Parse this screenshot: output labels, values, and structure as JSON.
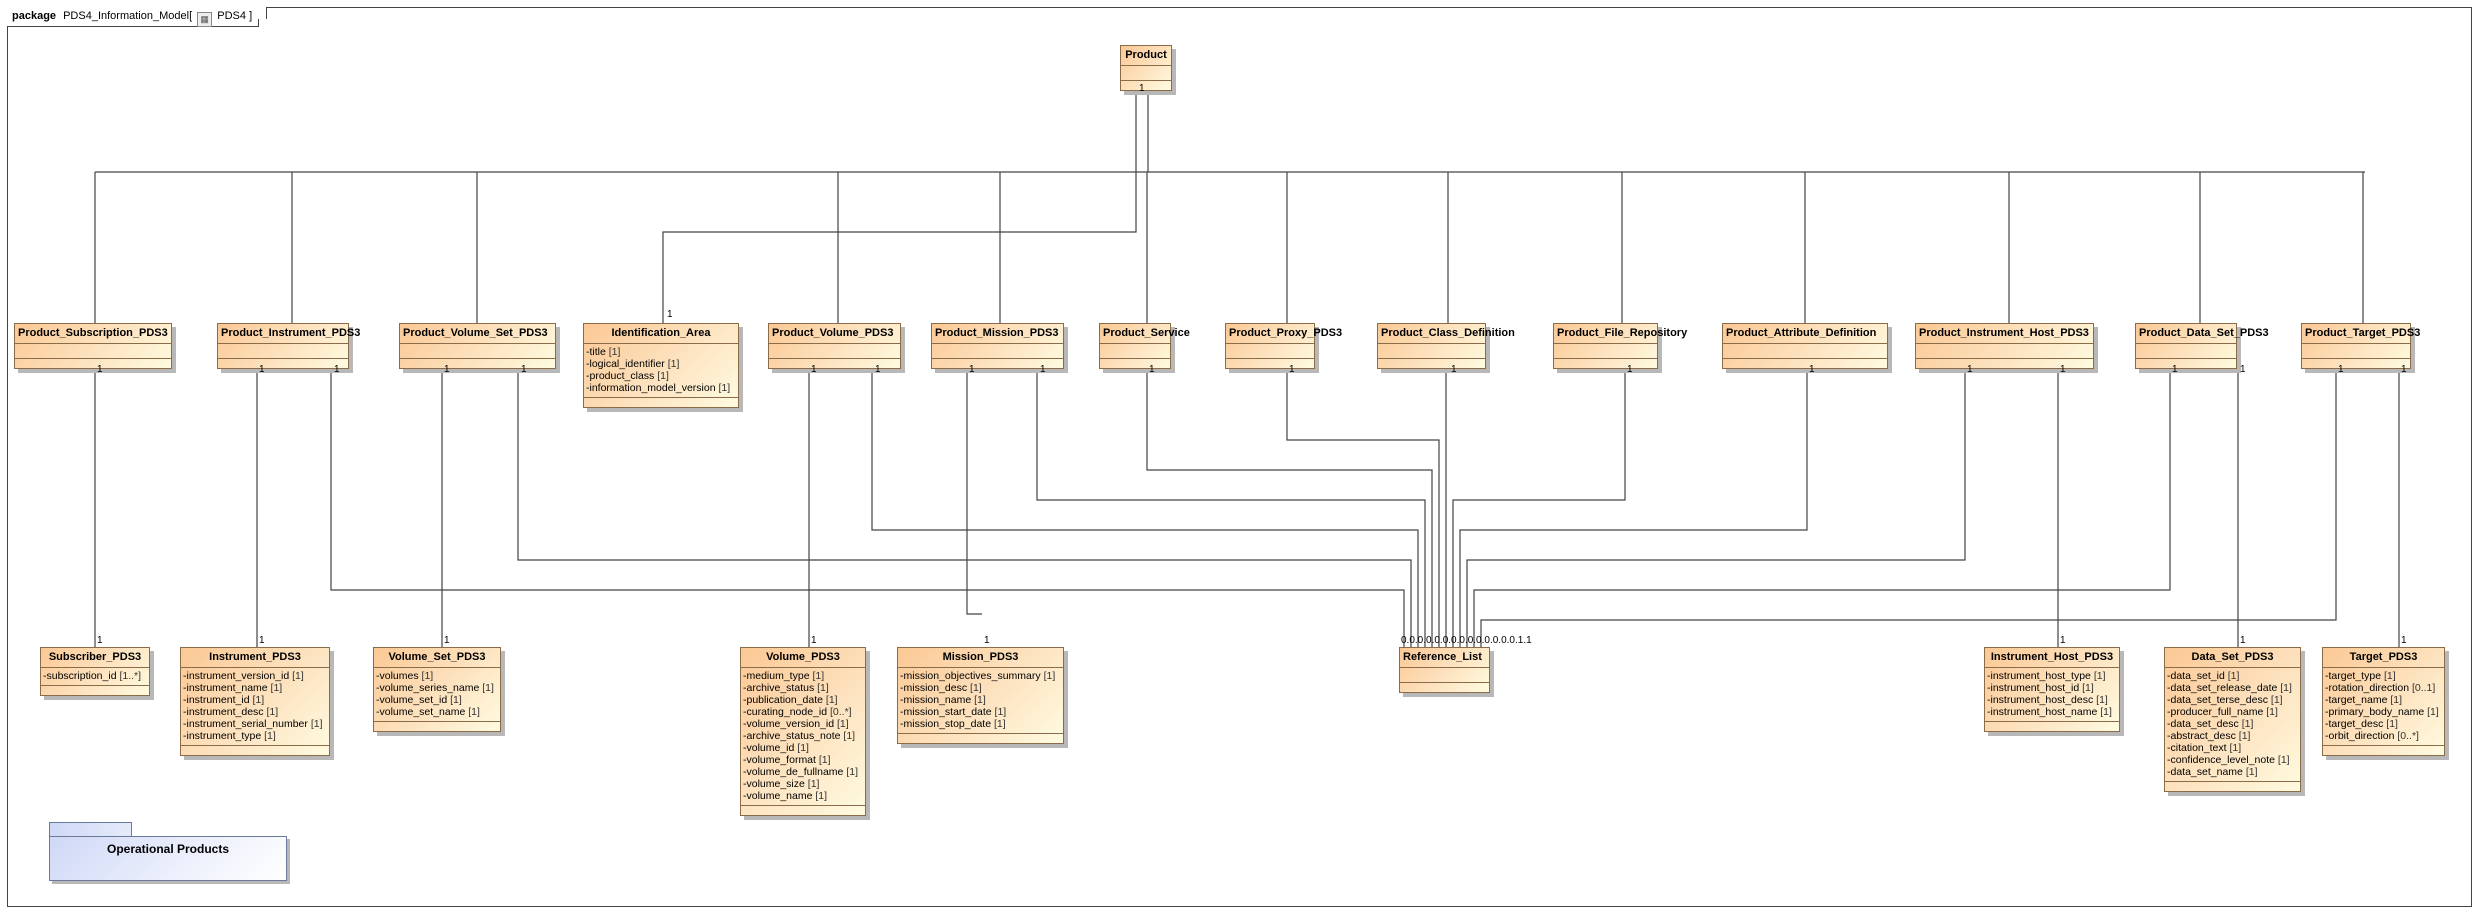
{
  "frame": {
    "keyword": "package",
    "name": "PDS4_Information_Model",
    "diagram_icon": "class-diagram-icon",
    "diagram_name": "PDS4"
  },
  "classes": {
    "product": {
      "name": "Product",
      "attrs": []
    },
    "product_subscription": {
      "name": "Product_Subscription_PDS3",
      "attrs": []
    },
    "product_instrument": {
      "name": "Product_Instrument_PDS3",
      "attrs": []
    },
    "product_volume_set": {
      "name": "Product_Volume_Set_PDS3",
      "attrs": []
    },
    "identification_area": {
      "name": "Identification_Area",
      "attrs": [
        {
          "n": "-title",
          "m": "[1]"
        },
        {
          "n": "-logical_identifier",
          "m": "[1]"
        },
        {
          "n": "-product_class",
          "m": "[1]"
        },
        {
          "n": "-information_model_version",
          "m": "[1]"
        }
      ]
    },
    "product_volume": {
      "name": "Product_Volume_PDS3",
      "attrs": []
    },
    "product_mission": {
      "name": "Product_Mission_PDS3",
      "attrs": []
    },
    "product_service": {
      "name": "Product_Service",
      "attrs": []
    },
    "product_proxy": {
      "name": "Product_Proxy_PDS3",
      "attrs": []
    },
    "product_class_definition": {
      "name": "Product_Class_Definition",
      "attrs": []
    },
    "product_file_repository": {
      "name": "Product_File_Repository",
      "attrs": []
    },
    "product_attribute_definition": {
      "name": "Product_Attribute_Definition",
      "attrs": []
    },
    "product_instrument_host": {
      "name": "Product_Instrument_Host_PDS3",
      "attrs": []
    },
    "product_data_set": {
      "name": "Product_Data_Set_PDS3",
      "attrs": []
    },
    "product_target": {
      "name": "Product_Target_PDS3",
      "attrs": []
    },
    "subscriber": {
      "name": "Subscriber_PDS3",
      "attrs": [
        {
          "n": "-subscription_id",
          "m": "[1..*]"
        }
      ]
    },
    "instrument": {
      "name": "Instrument_PDS3",
      "attrs": [
        {
          "n": "-instrument_version_id",
          "m": "[1]"
        },
        {
          "n": "-instrument_name",
          "m": "[1]"
        },
        {
          "n": "-instrument_id",
          "m": "[1]"
        },
        {
          "n": "-instrument_desc",
          "m": "[1]"
        },
        {
          "n": "-instrument_serial_number",
          "m": "[1]"
        },
        {
          "n": "-instrument_type",
          "m": "[1]"
        }
      ]
    },
    "volume_set": {
      "name": "Volume_Set_PDS3",
      "attrs": [
        {
          "n": "-volumes",
          "m": "[1]"
        },
        {
          "n": "-volume_series_name",
          "m": "[1]"
        },
        {
          "n": "-volume_set_id",
          "m": "[1]"
        },
        {
          "n": "-volume_set_name",
          "m": "[1]"
        }
      ]
    },
    "volume": {
      "name": "Volume_PDS3",
      "attrs": [
        {
          "n": "-medium_type",
          "m": "[1]"
        },
        {
          "n": "-archive_status",
          "m": "[1]"
        },
        {
          "n": "-publication_date",
          "m": "[1]"
        },
        {
          "n": "-curating_node_id",
          "m": "[0..*]"
        },
        {
          "n": "-volume_version_id",
          "m": "[1]"
        },
        {
          "n": "-archive_status_note",
          "m": "[1]"
        },
        {
          "n": "-volume_id",
          "m": "[1]"
        },
        {
          "n": "-volume_format",
          "m": "[1]"
        },
        {
          "n": "-volume_de_fullname",
          "m": "[1]"
        },
        {
          "n": "-volume_size",
          "m": "[1]"
        },
        {
          "n": "-volume_name",
          "m": "[1]"
        }
      ]
    },
    "mission": {
      "name": "Mission_PDS3",
      "attrs": [
        {
          "n": "-mission_objectives_summary",
          "m": "[1]"
        },
        {
          "n": "-mission_desc",
          "m": "[1]"
        },
        {
          "n": "-mission_name",
          "m": "[1]"
        },
        {
          "n": "-mission_start_date",
          "m": "[1]"
        },
        {
          "n": "-mission_stop_date",
          "m": "[1]"
        }
      ]
    },
    "reference_list": {
      "name": "Reference_List",
      "attrs": []
    },
    "instrument_host": {
      "name": "Instrument_Host_PDS3",
      "attrs": [
        {
          "n": "-instrument_host_type",
          "m": "[1]"
        },
        {
          "n": "-instrument_host_id",
          "m": "[1]"
        },
        {
          "n": "-instrument_host_desc",
          "m": "[1]"
        },
        {
          "n": "-instrument_host_name",
          "m": "[1]"
        }
      ]
    },
    "data_set": {
      "name": "Data_Set_PDS3",
      "attrs": [
        {
          "n": "-data_set_id",
          "m": "[1]"
        },
        {
          "n": "-data_set_release_date",
          "m": "[1]"
        },
        {
          "n": "-data_set_terse_desc",
          "m": "[1]"
        },
        {
          "n": "-producer_full_name",
          "m": "[1]"
        },
        {
          "n": "-data_set_desc",
          "m": "[1]"
        },
        {
          "n": "-abstract_desc",
          "m": "[1]"
        },
        {
          "n": "-citation_text",
          "m": "[1]"
        },
        {
          "n": "-confidence_level_note",
          "m": "[1]"
        },
        {
          "n": "-data_set_name",
          "m": "[1]"
        }
      ]
    },
    "target": {
      "name": "Target_PDS3",
      "attrs": [
        {
          "n": "-target_type",
          "m": "[1]"
        },
        {
          "n": "-rotation_direction",
          "m": "[0..1]"
        },
        {
          "n": "-target_name",
          "m": "[1]"
        },
        {
          "n": "-primary_body_name",
          "m": "[1]"
        },
        {
          "n": "-target_desc",
          "m": "[1]"
        },
        {
          "n": "-orbit_direction",
          "m": "[0..*]"
        }
      ]
    }
  },
  "multiplicity": {
    "one": "1",
    "reference_list_ends": "0.0.0.0.0.0.0.0.0.0.0.0.0.0.1.1"
  },
  "package": {
    "name": "Operational Products"
  },
  "colors": {
    "class_fill_start": "#fbc894",
    "class_fill_end": "#fffbe0",
    "class_border": "#8a6d48",
    "package_fill": "#cfd8f6",
    "wire": "#444444"
  }
}
